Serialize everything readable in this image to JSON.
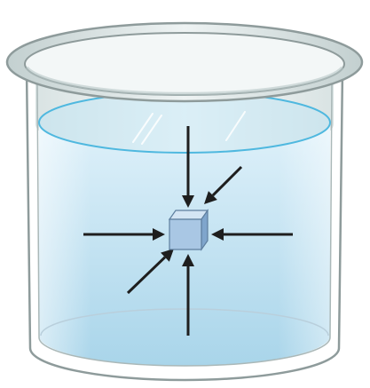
{
  "diagram": {
    "colors": {
      "background": "#ffffff",
      "glass_rim": "#d4dede",
      "glass_outline": "#8e9b9b",
      "glass_wall": "#e6eeee",
      "water_deep": "#a9d5ea",
      "water_light": "#dff1fa",
      "water_surface": "#c3e5f4",
      "water_surface_line": "#4fb8df",
      "cube_front": "#a9c7e4",
      "cube_top": "#d4e5f4",
      "cube_side": "#7fa5cc",
      "cube_outline": "#5f7f9f",
      "arrow": "#1e1e1e"
    },
    "pressure_arrows": [
      {
        "name": "arrow-from-top",
        "direction": "down"
      },
      {
        "name": "arrow-from-bottom",
        "direction": "up"
      },
      {
        "name": "arrow-from-left",
        "direction": "right"
      },
      {
        "name": "arrow-from-right",
        "direction": "left"
      },
      {
        "name": "arrow-from-upper-right",
        "direction": "down-left"
      },
      {
        "name": "arrow-from-lower-left",
        "direction": "up-right"
      }
    ]
  }
}
